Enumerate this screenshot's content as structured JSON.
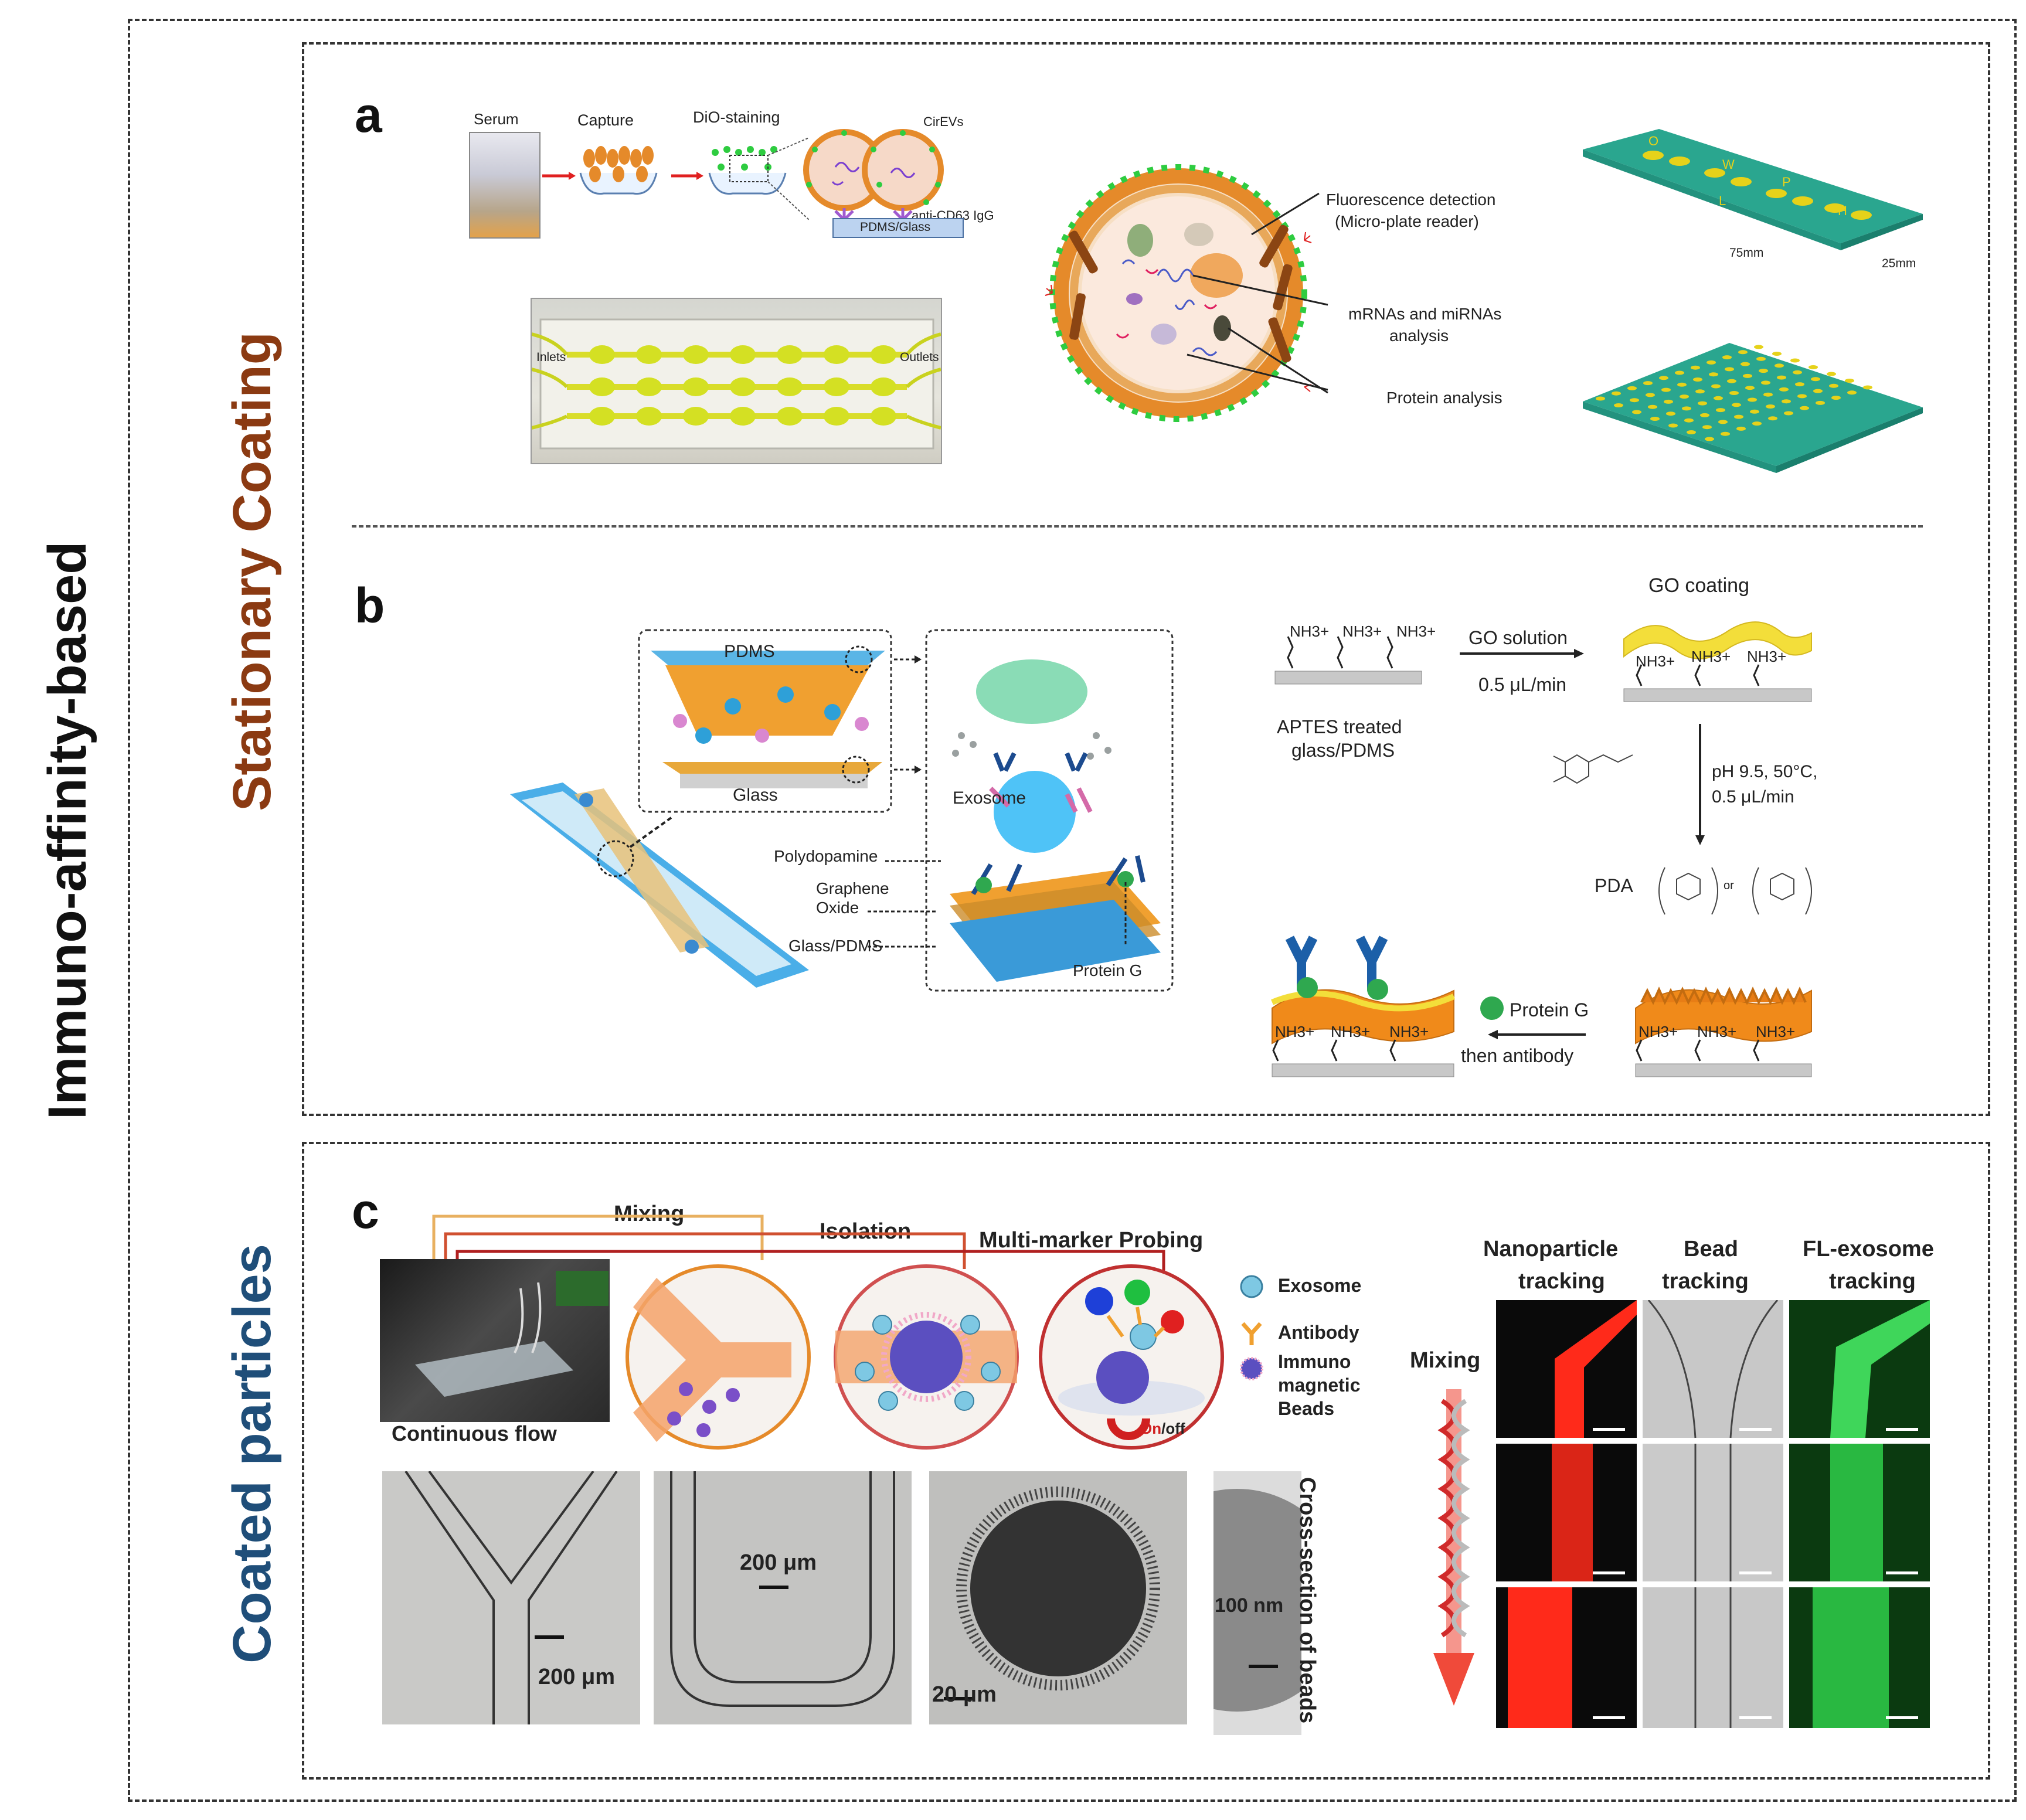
{
  "outer": {
    "label": "Immuno-affinity-based"
  },
  "section_stationary": {
    "label_part1": "Stationary",
    "label_part2": "Coating",
    "color": "#8B3A12"
  },
  "section_coated": {
    "label_part1": "Coated",
    "label_part2": "particles",
    "color": "#1F4E79"
  },
  "panel_a": {
    "letter": "a",
    "serum": "Serum",
    "capture": "Capture",
    "dio": "DiO-staining",
    "cirevs": "CirEVs",
    "anti": "anti-CD63 IgG",
    "pdms_glass": "PDMS/Glass",
    "inlets": "Inlets",
    "outlets": "Outlets",
    "fluor1": "Fluorescence detection",
    "fluor2": "(Micro-plate reader)",
    "mrna1": "mRNAs and miRNAs",
    "mrna2": "analysis",
    "protein": "Protein analysis",
    "len75": "75mm",
    "len25": "25mm",
    "chip_letters": [
      "O",
      "W",
      "P",
      "L",
      "H"
    ]
  },
  "panel_b": {
    "letter": "b",
    "pdms": "PDMS",
    "glass": "Glass",
    "exosome": "Exosome",
    "polydopamine": "Polydopamine",
    "graphene1": "Graphene",
    "graphene2": "Oxide",
    "glass_pdms": "Glass/PDMS",
    "protein_g": "Protein G",
    "nh3": "NH3+",
    "aptes1": "APTES treated",
    "aptes2": "glass/PDMS",
    "go_solution": "GO solution",
    "rate1": "0.5 μL/min",
    "go_coating": "GO coating",
    "ph": "pH 9.5,  50°C,",
    "rate2": "0.5 μL/min",
    "pda": "PDA",
    "or": "or",
    "protein_g2": "Protein G",
    "then_antibody": "then antibody"
  },
  "panel_c": {
    "letter": "c",
    "mixing": "Mixing",
    "isolation": "Isolation",
    "multi": "Multi-marker Probing",
    "continuous": "Continuous flow",
    "exosome": "Exosome",
    "antibody": "Antibody",
    "immuno1": "Immuno",
    "immuno2": "magnetic",
    "immuno3": "Beads",
    "on": "On",
    "off": "/off",
    "scale1": "200 μm",
    "scale2": "200 μm",
    "scale3": "20 μm",
    "scale4": "100 nm",
    "cross": "Cross-section of beads",
    "nano1": "Nanoparticle",
    "nano2": "tracking",
    "bead1": "Bead",
    "bead2": "tracking",
    "fl1": "FL-exosome",
    "fl2": "tracking",
    "mixing_side": "Mixing"
  },
  "colors": {
    "green_slide": "#2aa68f",
    "chip_yellow": "#e6d21a",
    "orange": "#e58a2a",
    "red_track": "#ff2a1a",
    "green_track": "#2fcf4a"
  }
}
